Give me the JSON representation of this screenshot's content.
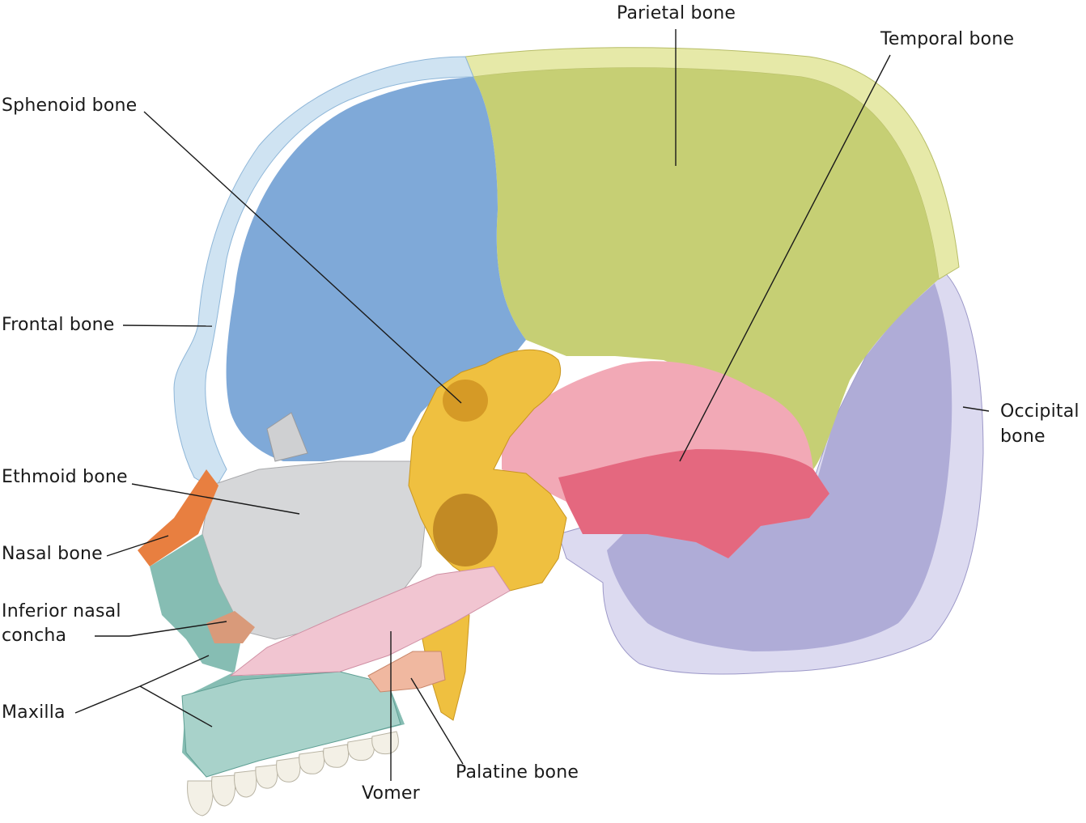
{
  "labels": {
    "parietal": "Parietal bone",
    "temporal": "Temporal bone",
    "sphenoid": "Sphenoid bone",
    "frontal": "Frontal bone",
    "occipital_line1": "Occipital",
    "occipital_line2": "bone",
    "ethmoid": "Ethmoid bone",
    "nasal": "Nasal bone",
    "inferior_concha_line1": "Inferior nasal",
    "inferior_concha_line2": "concha",
    "maxilla": "Maxilla",
    "palatine": "Palatine bone",
    "vomer": "Vomer"
  },
  "colors": {
    "frontal": "#7fa9d8",
    "frontal_rim": "#cfe3f2",
    "parietal": "#c6cf74",
    "parietal_rim": "#e6e9a8",
    "temporal": "#e4687f",
    "temporal_light": "#f2a9b6",
    "sphenoid": "#efc040",
    "occipital": "#a7a3d2",
    "occipital_rim": "#dcdaf0",
    "ethmoid": "#d6d7d9",
    "nasal": "#e87f40",
    "maxilla": "#86bdb3",
    "vomer": "#f1c5d1",
    "palatine": "#f0b8a0",
    "teeth": "#f3f0e6",
    "leader": "#1a1a1a"
  }
}
